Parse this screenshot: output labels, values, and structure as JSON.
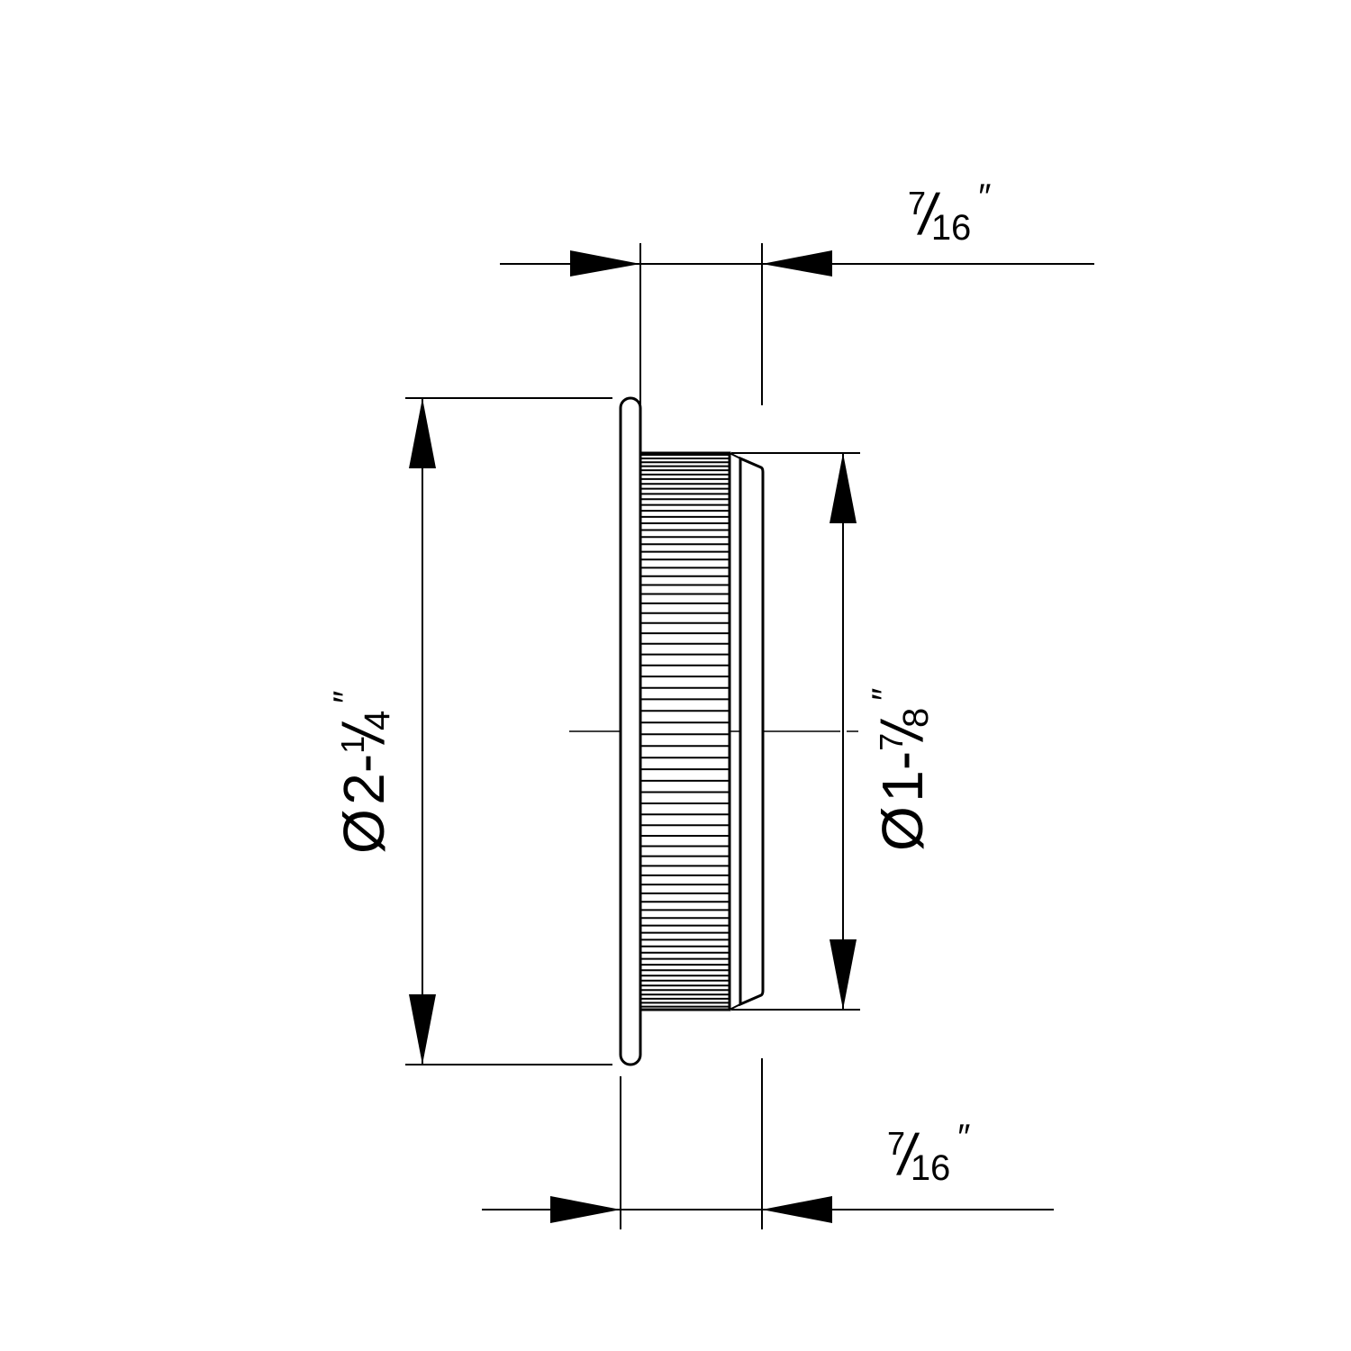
{
  "drawing": {
    "type": "technical-dimension-drawing",
    "subject": "round knurled flush pull / grommet side profile",
    "line_color": "#000000",
    "background": "#ffffff"
  },
  "dimensions": {
    "top_depth": {
      "numerator": "7",
      "denominator": "16",
      "unit": "″",
      "text": "7/16″"
    },
    "bottom_depth": {
      "numerator": "7",
      "denominator": "16",
      "unit": "″",
      "text": "7/16″"
    },
    "outer_diameter": {
      "symbol": "Ø",
      "whole": "2-",
      "numerator": "1",
      "denominator": "4",
      "unit": "″",
      "text": "Ø 2-1/4″"
    },
    "inner_diameter": {
      "symbol": "Ø",
      "whole": "1-",
      "numerator": "7",
      "denominator": "8",
      "unit": "″",
      "text": "Ø 1-7/8″"
    }
  }
}
